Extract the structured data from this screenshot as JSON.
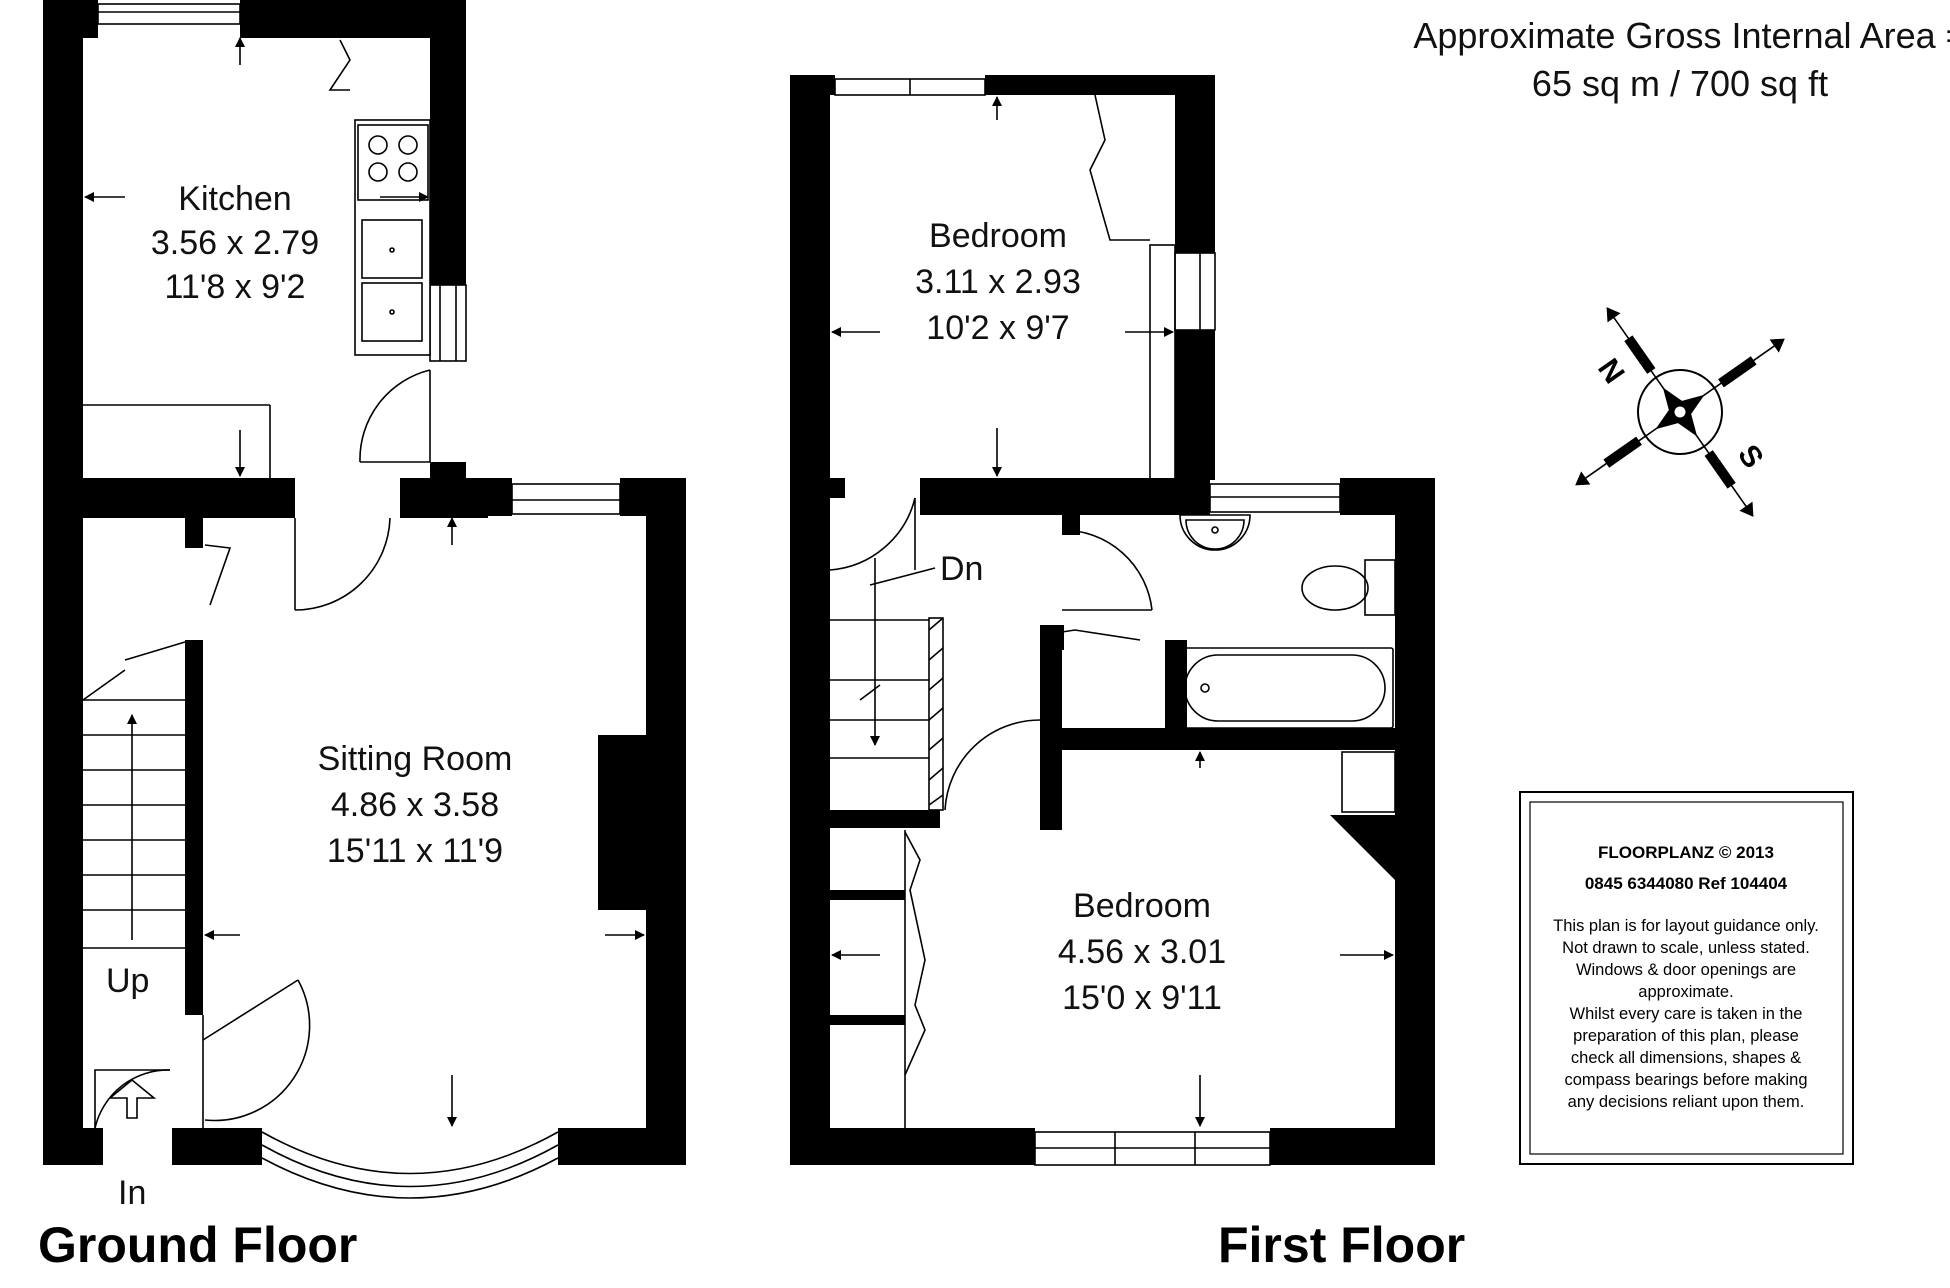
{
  "area": {
    "line1": "Approximate Gross Internal Area =",
    "line2": "65 sq m / 700 sq ft"
  },
  "ground_floor": {
    "title": "Ground Floor",
    "rooms": [
      {
        "name": "Kitchen",
        "metric": "3.56 x 2.79",
        "imperial": "11'8 x 9'2"
      },
      {
        "name": "Sitting Room",
        "metric": "4.86 x 3.58",
        "imperial": "15'11 x 11'9"
      }
    ],
    "stairs_label": "Up",
    "entrance_label": "In"
  },
  "first_floor": {
    "title": "First Floor",
    "rooms": [
      {
        "name": "Bedroom",
        "metric": "3.11 x 2.93",
        "imperial": "10'2 x 9'7"
      },
      {
        "name": "Bedroom",
        "metric": "4.56 x 3.01",
        "imperial": "15'0 x 9'11"
      }
    ],
    "stairs_label": "Dn"
  },
  "compass": {
    "north": "N",
    "south": "S"
  },
  "disclaimer": {
    "company": "FLOORPLANZ © 2013",
    "contact": "0845 6344080   Ref  104404",
    "lines": [
      "This plan is for layout guidance only.",
      "Not drawn to scale, unless stated.",
      "Windows & door openings are",
      "approximate.",
      "Whilst every care is taken in the",
      "preparation of this plan, please",
      "check all dimensions, shapes &",
      "compass bearings before making",
      "any decisions reliant upon them."
    ]
  }
}
